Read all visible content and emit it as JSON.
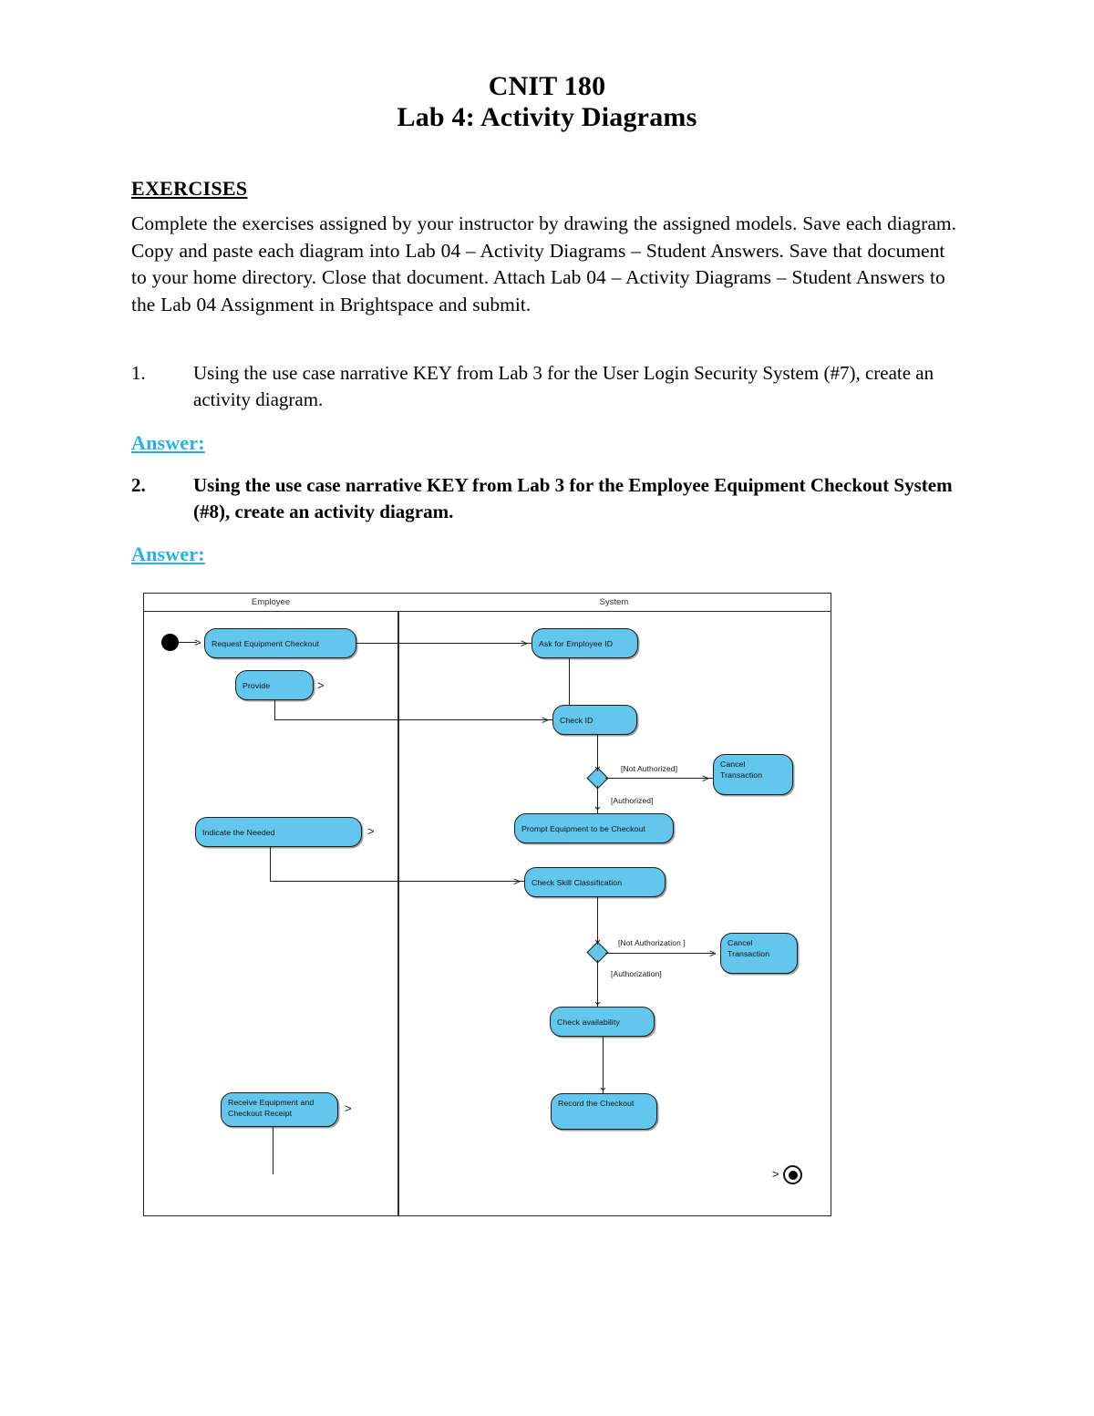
{
  "document": {
    "title_line_1": "CNIT 180",
    "title_line_2": "Lab 4: Activity Diagrams",
    "section_heading": "EXERCISES",
    "intro_paragraph": "Complete the exercises assigned by your instructor by drawing the assigned models.  Save each diagram.  Copy and paste each diagram into Lab 04 – Activity Diagrams – Student Answers.  Save that document to your home directory.  Close that document.  Attach Lab 04 – Activity Diagrams – Student Answers to the Lab 04 Assignment in Brightspace and submit."
  },
  "questions": [
    {
      "number": "1.",
      "text": "Using the use case narrative KEY from Lab 3 for the User Login Security System (#7), create an activity diagram.",
      "answer_label": "Answer:"
    },
    {
      "number": "2.",
      "text": "Using the use case narrative KEY from Lab 3 for the Employee Equipment Checkout System (#8), create an activity diagram.",
      "answer_label": "Answer:"
    }
  ],
  "diagram": {
    "type": "uml-activity-diagram",
    "node_fill_color": "#63C6EC",
    "node_border_color": "#1D1D1D",
    "lanes": [
      {
        "id": "employee",
        "label": "Employee"
      },
      {
        "id": "system",
        "label": "System"
      }
    ],
    "nodes": [
      {
        "id": "start",
        "kind": "initial",
        "lane": "employee",
        "label": ""
      },
      {
        "id": "request-checkout",
        "kind": "action",
        "lane": "employee",
        "label": "Request Equipment Checkout"
      },
      {
        "id": "provide",
        "kind": "action",
        "lane": "employee",
        "label": "Provide"
      },
      {
        "id": "indicate-needed",
        "kind": "action",
        "lane": "employee",
        "label": "Indicate the Needed"
      },
      {
        "id": "receive-equipment",
        "kind": "action",
        "lane": "employee",
        "label": "Receive Equipment and Checkout Receipt"
      },
      {
        "id": "ask-employee-id",
        "kind": "action",
        "lane": "system",
        "label": "Ask for Employee ID"
      },
      {
        "id": "check-id",
        "kind": "action",
        "lane": "system",
        "label": "Check ID"
      },
      {
        "id": "decision-1",
        "kind": "decision",
        "lane": "system",
        "label": ""
      },
      {
        "id": "cancel-transaction-1",
        "kind": "action",
        "lane": "system",
        "label": "Cancel Transaction"
      },
      {
        "id": "prompt-equipment",
        "kind": "action",
        "lane": "system",
        "label": "Prompt Equipment to be Checkout"
      },
      {
        "id": "check-skill",
        "kind": "action",
        "lane": "system",
        "label": "Check Skill Classification"
      },
      {
        "id": "decision-2",
        "kind": "decision",
        "lane": "system",
        "label": ""
      },
      {
        "id": "cancel-transaction-2",
        "kind": "action",
        "lane": "system",
        "label": "Cancel Transaction"
      },
      {
        "id": "check-availability",
        "kind": "action",
        "lane": "system",
        "label": "Check availability"
      },
      {
        "id": "record-checkout",
        "kind": "action",
        "lane": "system",
        "label": "Record the Checkout"
      },
      {
        "id": "end",
        "kind": "final",
        "lane": "system",
        "label": ""
      }
    ],
    "guards": [
      {
        "id": "guard-not-authorized",
        "label": "[Not Authorized]",
        "from": "decision-1",
        "to": "cancel-transaction-1"
      },
      {
        "id": "guard-authorized",
        "label": "[Authorized]",
        "from": "decision-1",
        "to": "prompt-equipment"
      },
      {
        "id": "guard-not-authorization",
        "label": "[Not Authorization ]",
        "from": "decision-2",
        "to": "cancel-transaction-2"
      },
      {
        "id": "guard-authorization",
        "label": "[Authorization]",
        "from": "decision-2",
        "to": "check-availability"
      }
    ]
  }
}
